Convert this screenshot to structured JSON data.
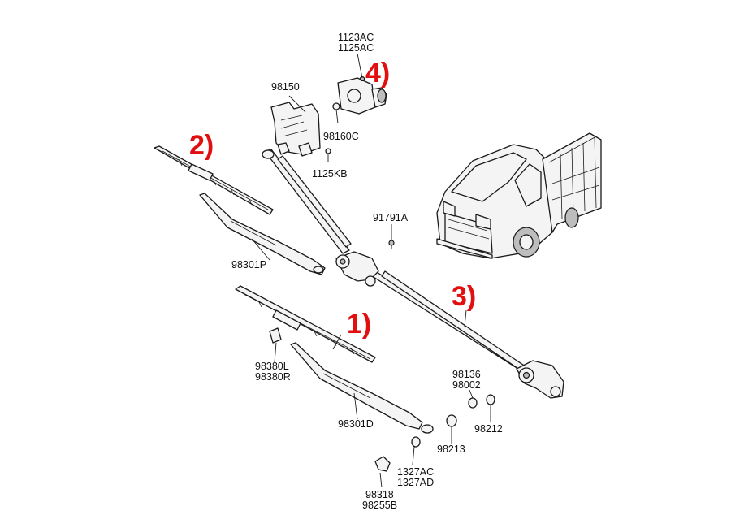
{
  "labels": {
    "l1123AC": "1123AC",
    "l1125AC": "1125AC",
    "l98150": "98150",
    "l98160C": "98160C",
    "l1125KB": "1125KB",
    "l91791A": "91791A",
    "l98301P": "98301P",
    "l98380L": "98380L",
    "l98380R": "98380R",
    "l98301D": "98301D",
    "l98136": "98136",
    "l98002": "98002",
    "l98212": "98212",
    "l98213": "98213",
    "l1327AC": "1327AC",
    "l1327AD": "1327AD",
    "l98318": "98318",
    "l98255B": "98255B"
  },
  "callouts": {
    "c1": "1)",
    "c2": "2)",
    "c3": "3)",
    "c4": "4)"
  },
  "colors": {
    "callout": "#e10f0f",
    "line": "#1a1a1a",
    "background": "#ffffff"
  }
}
